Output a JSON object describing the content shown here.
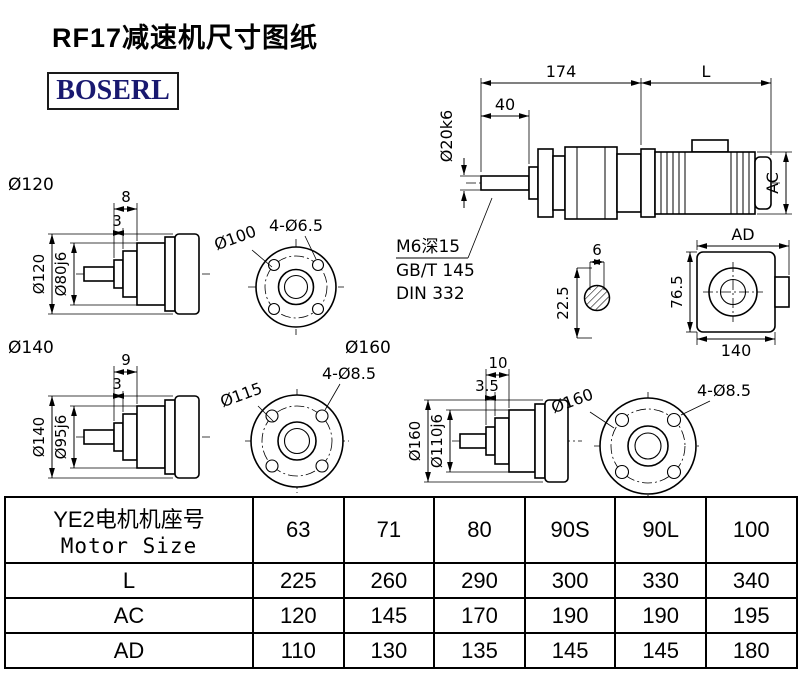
{
  "title": "RF17减速机尺寸图纸",
  "logo": "BOSERL",
  "main_view": {
    "dim_total": "174",
    "dim_motor": "L",
    "dim_shaft_len": "40",
    "dim_shaft_dia": "Ø20k6",
    "dim_ac": "AC",
    "dim_ad": "AD",
    "note1": "M6深15",
    "note2": "GB/T 145",
    "note3": "DIN 332",
    "dim_key_width": "6",
    "dim_key_depth": "22.5",
    "dim_side_height": "76.5",
    "dim_side_width": "140"
  },
  "view_120": {
    "label": "Ø120",
    "dim_len1": "8",
    "dim_len2": "3",
    "dim_flange": "Ø120",
    "dim_spigot": "Ø80j6",
    "flange_holes": "4-Ø6.5",
    "flange_bolt_circle": "Ø100"
  },
  "view_140": {
    "label": "Ø140",
    "dim_len1": "9",
    "dim_len2": "3",
    "dim_flange": "Ø140",
    "dim_spigot": "Ø95j6",
    "flange_holes": "4-Ø8.5",
    "flange_bolt_circle": "Ø115"
  },
  "view_160": {
    "label": "Ø160",
    "dim_len1": "10",
    "dim_len2": "3.5",
    "dim_flange": "Ø160",
    "dim_spigot": "Ø110j6",
    "flange_holes": "4-Ø8.5",
    "flange_outer": "Ø160"
  },
  "table": {
    "header_cn": "YE2电机机座号",
    "header_en": "Motor Size",
    "sizes": [
      "63",
      "71",
      "80",
      "90S",
      "90L",
      "100"
    ],
    "rows": [
      {
        "label": "L",
        "values": [
          "225",
          "260",
          "290",
          "300",
          "330",
          "340"
        ]
      },
      {
        "label": "AC",
        "values": [
          "120",
          "145",
          "170",
          "190",
          "190",
          "195"
        ]
      },
      {
        "label": "AD",
        "values": [
          "110",
          "130",
          "135",
          "145",
          "145",
          "180"
        ]
      }
    ]
  }
}
